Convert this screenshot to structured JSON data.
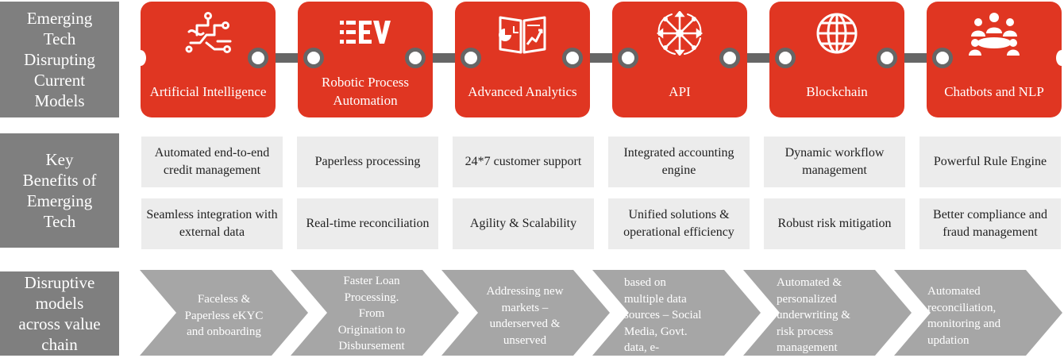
{
  "rows": {
    "emerging": "Emerging\nTech\nDisrupting\nCurrent\nModels",
    "benefits": "Key\nBenefits of\nEmerging\nTech",
    "models": "Disruptive\nmodels\nacross value\nchain"
  },
  "tech": [
    {
      "label": "Artificial Intelligence",
      "icon": "ai-circuit-icon"
    },
    {
      "label": "Robotic Process Automation",
      "icon": "rpa-ev-icon"
    },
    {
      "label": "Advanced Analytics",
      "icon": "analytics-report-icon"
    },
    {
      "label": "API",
      "icon": "api-network-icon"
    },
    {
      "label": "Blockchain",
      "icon": "globe-icon"
    },
    {
      "label": "Chatbots and NLP",
      "icon": "people-meeting-icon"
    }
  ],
  "benefits_top": [
    "Automated end-to-end credit management",
    "Paperless processing",
    "24*7 customer support",
    "Integrated accounting engine",
    "Dynamic workflow management",
    "Powerful Rule Engine"
  ],
  "benefits_bottom": [
    "Seamless integration with external data",
    "Real-time reconciliation",
    "Agility & Scalability",
    "Unified solutions & operational efficiency",
    "Robust risk mitigation",
    "Better compliance and fraud management"
  ],
  "models": [
    "Faceless &\nPaperless eKYC\nand onboarding",
    "Faster Loan\nProcessing.\nFrom\nOrigination to\nDisbursement",
    "Addressing new\nmarkets –\nunderserved &\nunserved",
    "based on\nmultiple data\nsources – Social\nMedia, Govt.\ndata, e-",
    "Automated &\npersonalized\nunderwriting &\nrisk process\nmanagement",
    "Automated\nreconciliation,\nmonitoring and\nupdation"
  ],
  "colors": {
    "red": "#e03622",
    "gray_label": "#7f7f7f",
    "connector": "#666666",
    "benefit_bg": "#ececec",
    "chevron": "#a6a6a6"
  }
}
